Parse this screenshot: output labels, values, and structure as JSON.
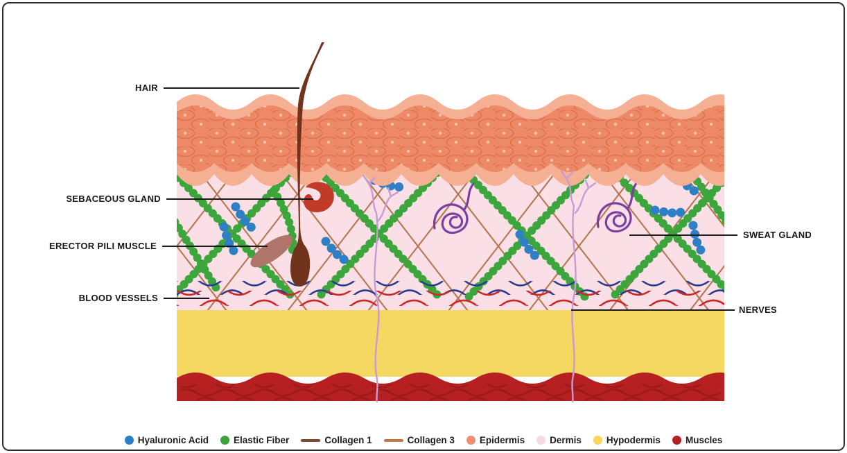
{
  "figure": {
    "type": "skin-anatomy-cross-section",
    "background": "#ffffff",
    "border_color": "#2d2d2d"
  },
  "diagram": {
    "labels": {
      "hair": "HAIR",
      "sebaceous_gland": "SEBACEOUS GLAND",
      "erector_pili_muscle": "ERECTOR PILI MUSCLE",
      "blood_vessels": "BLOOD VESSELS",
      "sweat_gland": "SWEAT GLAND",
      "nerves": "NERVES"
    },
    "layer_colors": {
      "epidermis": "#EE8968",
      "epidermis_light": "#F5B093",
      "dermis": "#FBDFE6",
      "hypodermis": "#F5D862",
      "muscles": "#B62020",
      "elastic_fiber": "#3CA53C",
      "hyaluronic_acid": "#2E7FC6",
      "collagen_1": "#8A5A44",
      "collagen_3": "#C0794A",
      "sweat_gland": "#7B3FA0",
      "nerve": "#C79BD6",
      "blood_vessel_red": "#CC2A2A",
      "blood_vessel_blue": "#2C3C90",
      "hair": "#71331C"
    }
  },
  "legend": {
    "items": [
      {
        "label": "Hyaluronic Acid",
        "swatch": "dot",
        "color": "#2B7EC8"
      },
      {
        "label": "Elastic Fiber",
        "swatch": "dot",
        "color": "#3DA23D"
      },
      {
        "label": "Collagen 1",
        "swatch": "line",
        "color": "#7B4B35"
      },
      {
        "label": "Collagen 3",
        "swatch": "line",
        "color": "#C0794A"
      },
      {
        "label": "Epidermis",
        "swatch": "dot",
        "color": "#EF8F70"
      },
      {
        "label": "Dermis",
        "swatch": "dot",
        "color": "#F9D9E0"
      },
      {
        "label": "Hypodermis",
        "swatch": "dot",
        "color": "#F6D75C"
      },
      {
        "label": "Muscles",
        "swatch": "dot",
        "color": "#B32020"
      }
    ]
  }
}
